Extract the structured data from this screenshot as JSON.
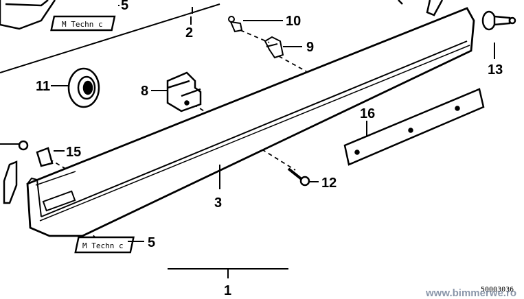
{
  "callouts": {
    "c1": "1",
    "c2": "2",
    "c3": "3",
    "c5_top": "5",
    "c5_bottom": "5",
    "c8": "8",
    "c9": "9",
    "c10": "10",
    "c11": "11",
    "c12": "12",
    "c13": "13",
    "c15": "15",
    "c16": "16"
  },
  "badges": {
    "top": "M Techn c",
    "bottom": "M Techn c"
  },
  "diagram_id": "50003036",
  "watermark": "www.bimmerwe.ro"
}
